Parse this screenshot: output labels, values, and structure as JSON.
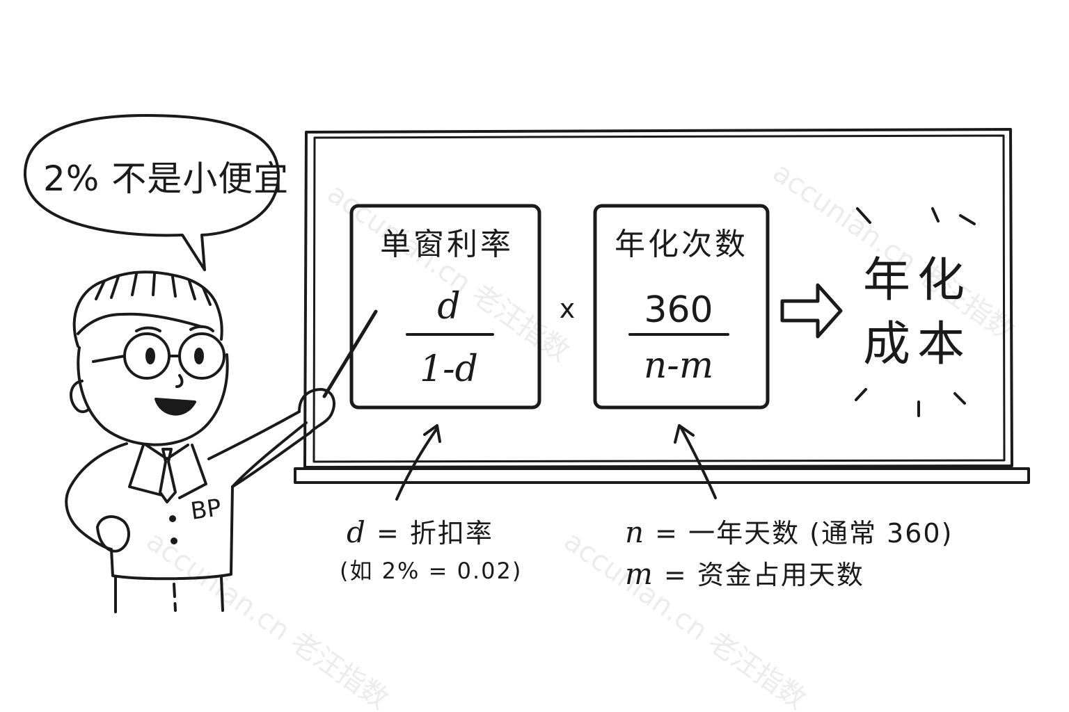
{
  "speech_bubble": {
    "text": "2% 不是小便宜"
  },
  "teacher": {
    "badge": "BP"
  },
  "board": {
    "box1": {
      "title": "单窗利率",
      "numerator": "d",
      "denominator": "1-d"
    },
    "operator": "x",
    "box2": {
      "title": "年化次数",
      "numerator": "360",
      "denominator": "n-m"
    },
    "result": {
      "line1": "年化",
      "line2": "成本"
    }
  },
  "notes": {
    "d_var": "d",
    "d_def": "= 折扣率",
    "d_example": "(如 2% = 0.02)",
    "n_var": "n",
    "n_def": "= 一年天数 (通常 360)",
    "m_var": "m",
    "m_def": "= 资金占用天数"
  },
  "watermark": {
    "text": "accunian.cn 老汪指数"
  },
  "colors": {
    "ink": "#1a1a1a",
    "paper": "#ffffff",
    "watermark": "#c8c8c8"
  }
}
